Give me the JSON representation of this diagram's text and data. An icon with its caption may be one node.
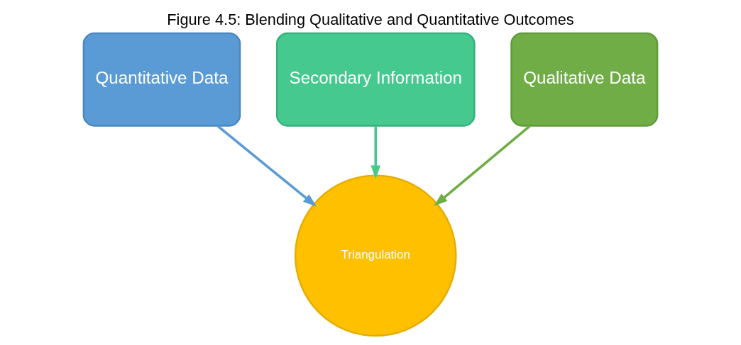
{
  "diagram": {
    "title": "Figure 4.5: Blending Qualitative and Quantitative Outcomes",
    "nodes": [
      {
        "text": [
          "Quantitative Data"
        ]
      },
      {
        "text": [
          "Secondary Information"
        ]
      },
      {
        "text": [
          "Qualitative Data"
        ]
      },
      {
        "text": [
          "Triangulation"
        ]
      }
    ],
    "edges": [
      {
        "from": 0,
        "to": 3,
        "arrow": "to",
        "color": "#5b9bd5"
      },
      {
        "from": 1,
        "to": 3,
        "arrow": "to",
        "color": "#45c98f"
      },
      {
        "from": 2,
        "to": 3,
        "arrow": "to",
        "color": "#70ad47"
      }
    ]
  }
}
